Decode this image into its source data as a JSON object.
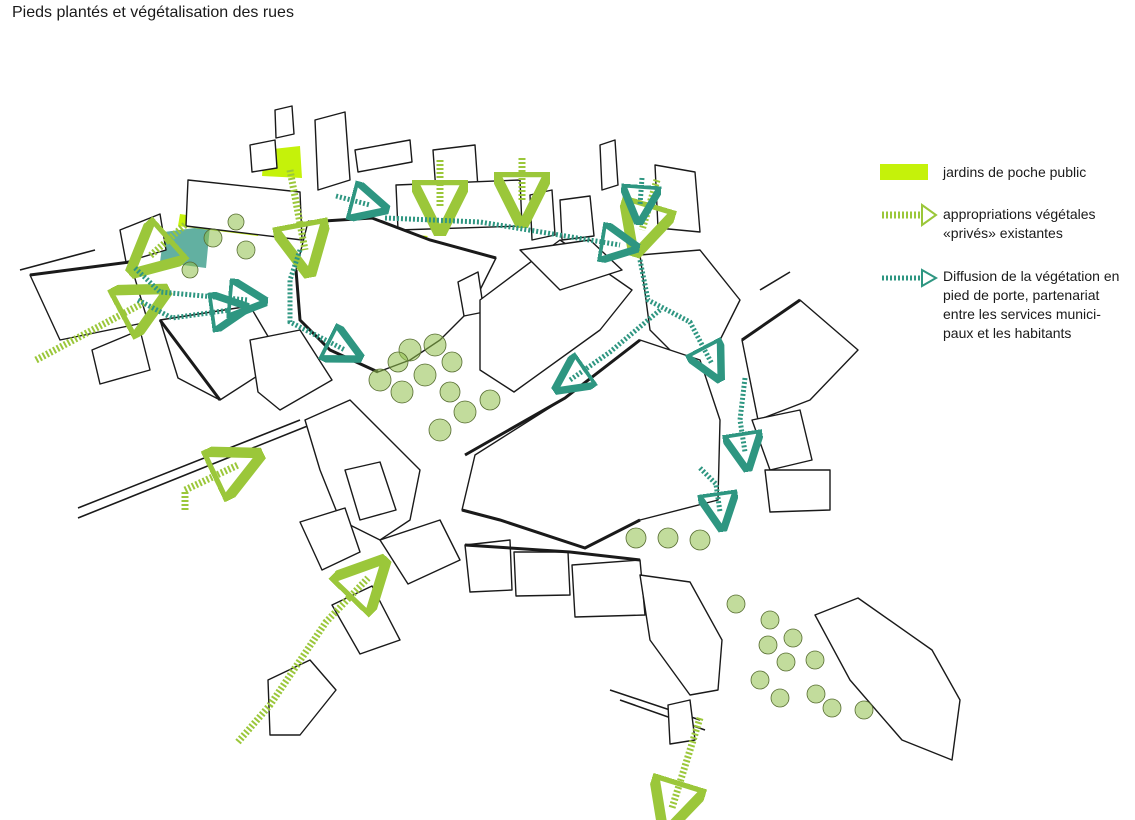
{
  "title": "Pieds plantés et végétalisation des rues",
  "colors": {
    "public_garden": "#c5f20a",
    "private_vegetation": "#9bc73a",
    "diffusion": "#2e9681",
    "ink": "#1a1a1a",
    "tree": "#8fbf4a"
  },
  "legend": {
    "public_gardens": "jardins de poche public",
    "private_vegetation": "appropriations végétales\n«privés» existantes",
    "diffusion": "Diffusion de la végétation en\npied de porte, partenariat\nentre les services munici-\npaux et les habitants"
  }
}
